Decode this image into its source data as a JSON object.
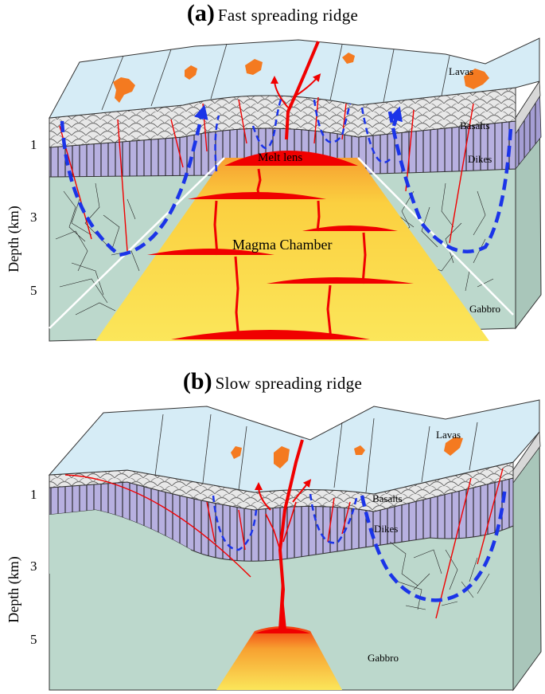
{
  "panel_a": {
    "letter": "(a)",
    "title": "Fast spreading  ridge",
    "layers": {
      "lavas": "Lavas",
      "basalts": "Basalts",
      "dikes": "Dikes",
      "gabbro": "Gabbro"
    },
    "melt_lens": "Melt lens",
    "magma_chamber": "Magma Chamber",
    "axis_label": "Depth (km)",
    "depth_ticks": [
      "1",
      "3",
      "5"
    ]
  },
  "panel_b": {
    "letter": "(b)",
    "title": "Slow spreading  ridge",
    "layers": {
      "lavas": "Lavas",
      "basalts": "Basalts",
      "dikes": "Dikes",
      "gabbro": "Gabbro"
    },
    "axis_label": "Depth (km)",
    "depth_ticks": [
      "1",
      "3",
      "5"
    ]
  },
  "colors": {
    "lavas_surface": "#d6ecf6",
    "lava_flow": "#f47a20",
    "basalt": "#e8e8e8",
    "dikes": "#b7b0e0",
    "gabbro": "#bcd8cc",
    "magma_red": "#f00000",
    "magma_yellow": "#fbe04a",
    "hydrothermal_circulation": "#1b34e8"
  }
}
